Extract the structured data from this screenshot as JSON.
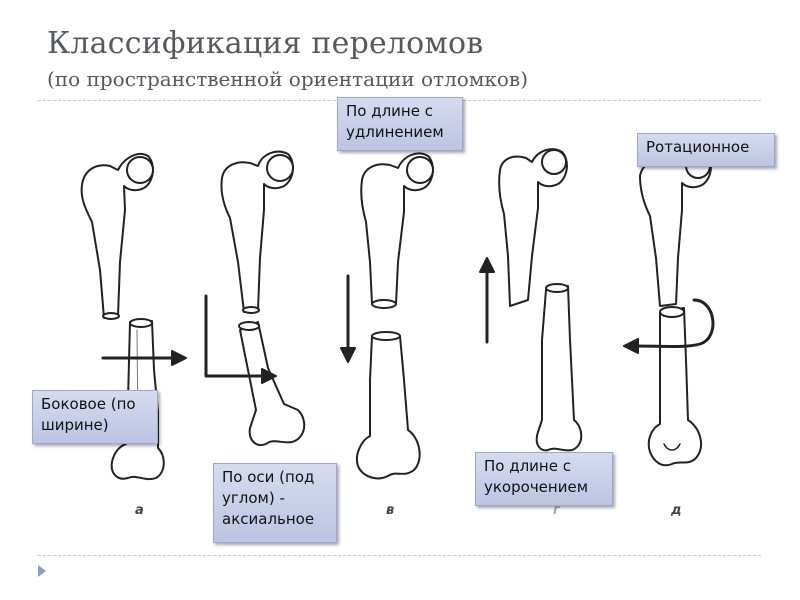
{
  "slide": {
    "title": "Классификация переломов",
    "subtitle": "(по пространственной ориентации отломков)"
  },
  "callouts": {
    "lateral_line1": "Боковое (по",
    "lateral_line2": "ширине)",
    "axial_line1": "По оси (под",
    "axial_line2": "углом) -",
    "axial_line3": "аксиальное",
    "lengthening_line1": "По длине с",
    "lengthening_line2": "удлинением",
    "shortening_line1": "По длине с",
    "shortening_line2": "укорочением",
    "rotational": "Ротационное"
  },
  "figure_letters": {
    "a": "а",
    "v": "в",
    "g": "г",
    "d": "д"
  },
  "colors": {
    "title": "#565a5e",
    "callout_fill": "#c7cde8",
    "bullet": "#7f9fc8"
  }
}
